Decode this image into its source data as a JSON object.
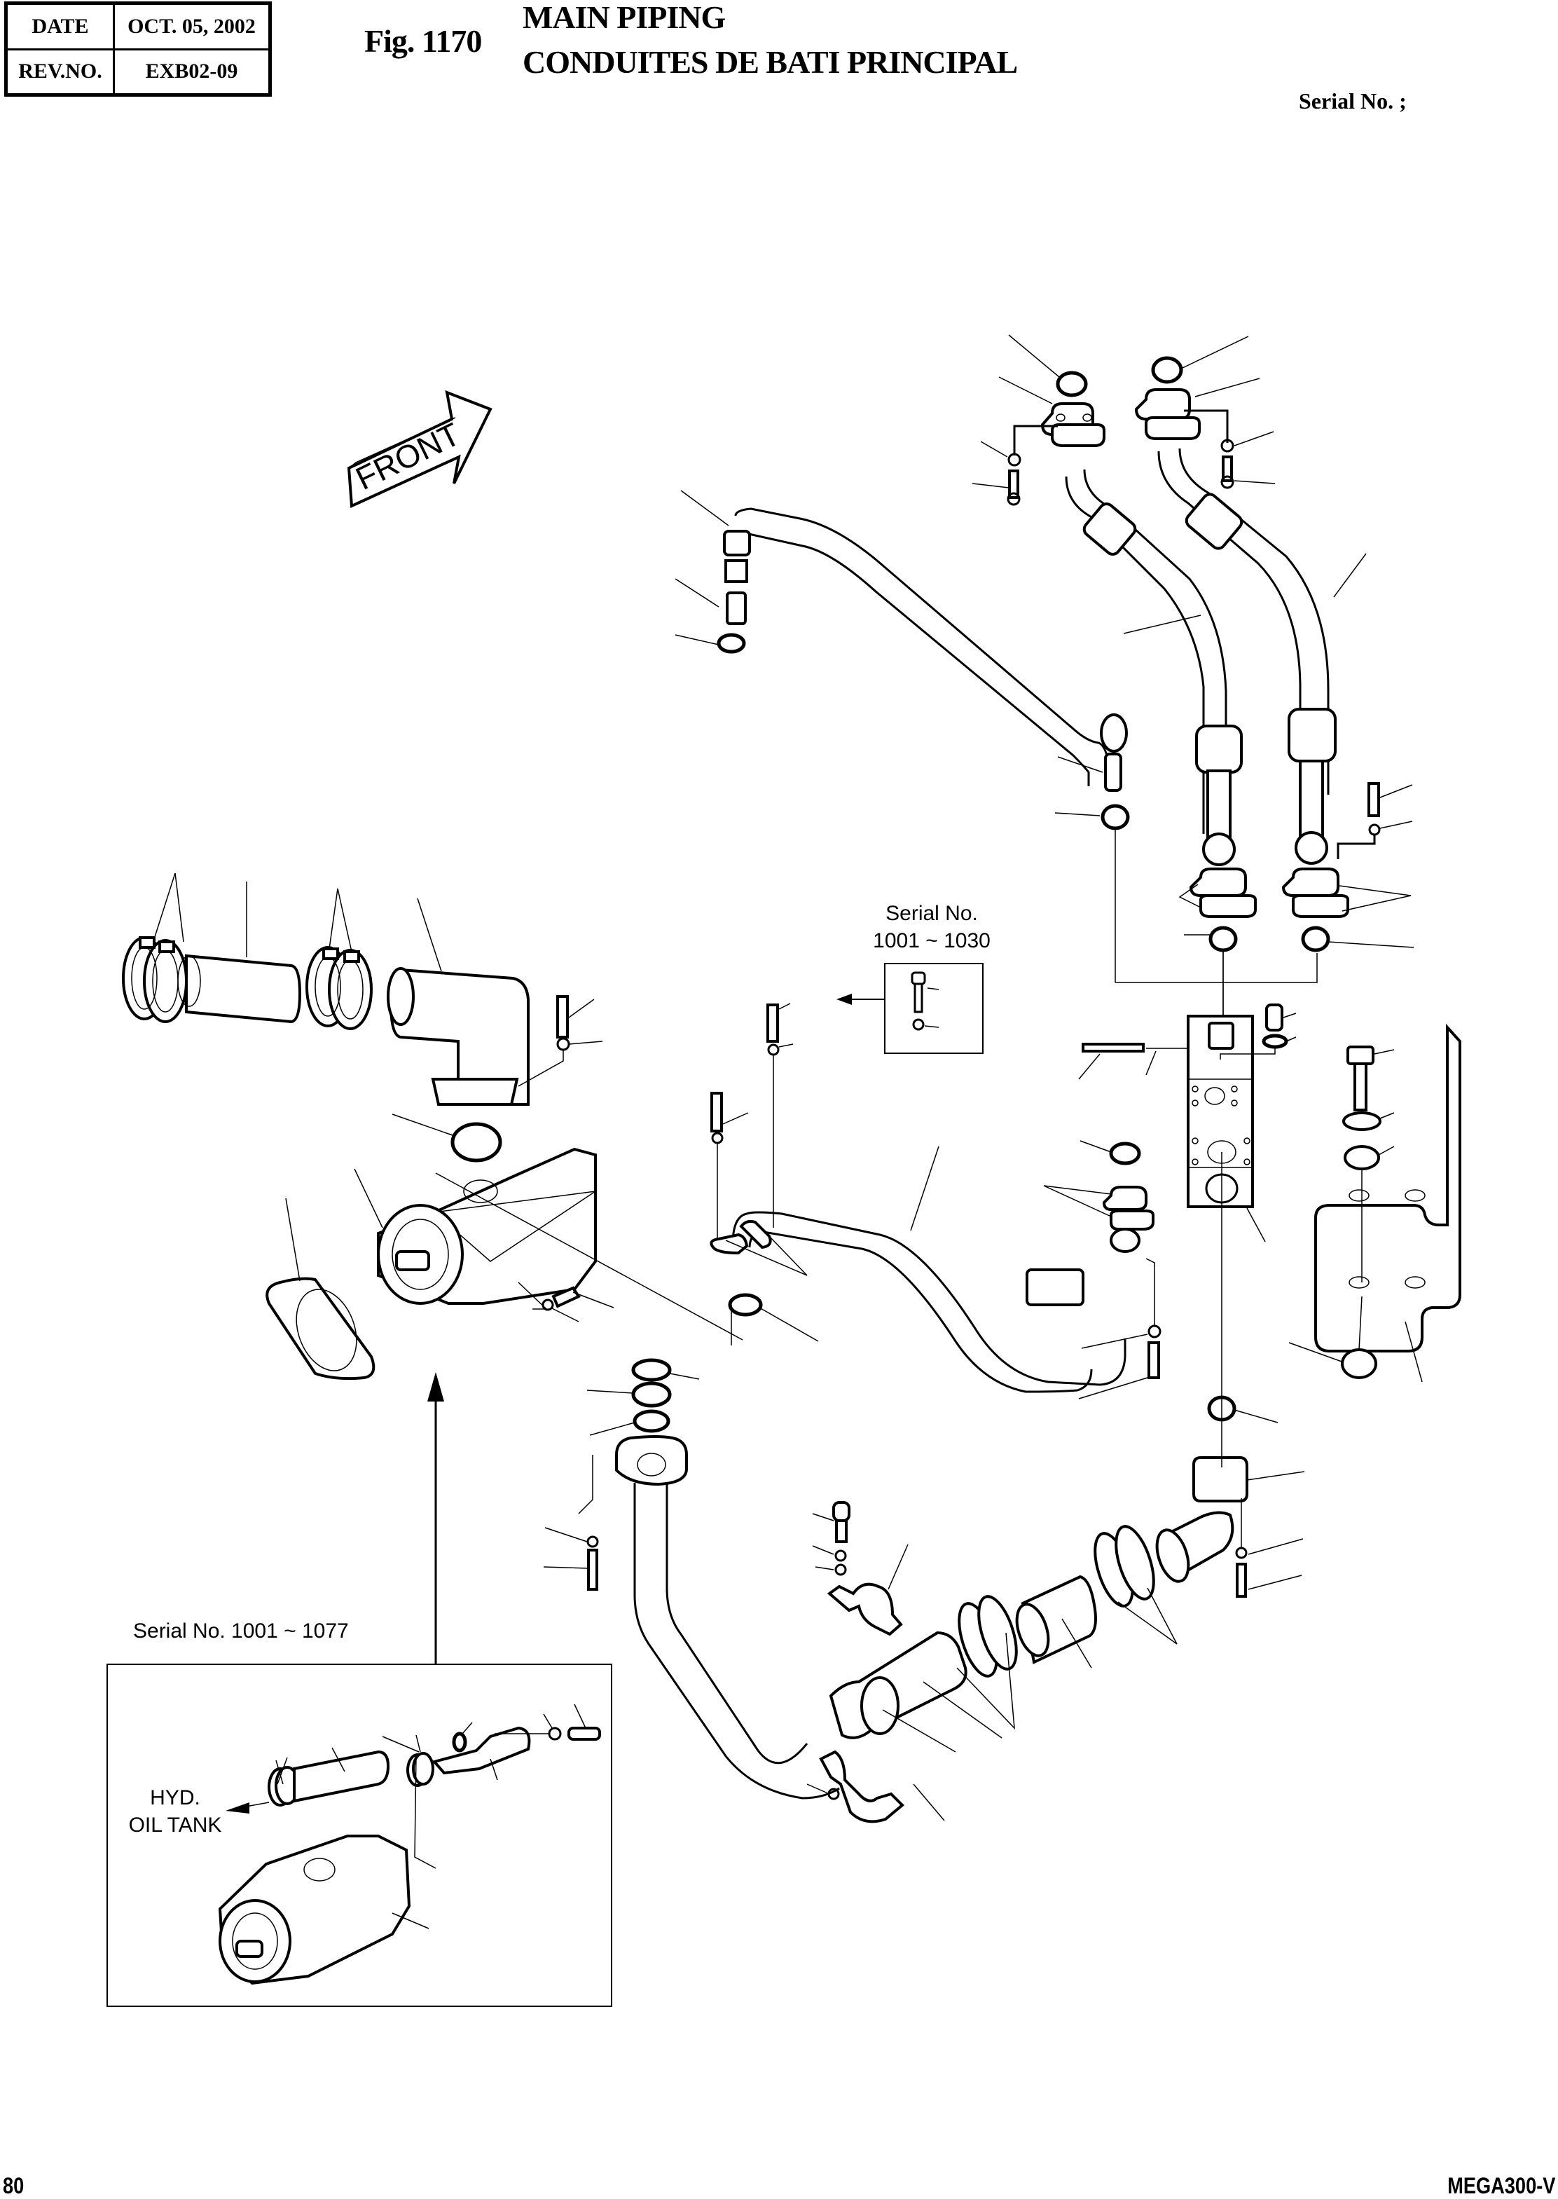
{
  "header": {
    "date_label": "DATE",
    "date_value": "OCT. 05, 2002",
    "rev_label": "REV.NO.",
    "rev_value": "EXB02-09",
    "figure_number": "Fig. 1170",
    "title_en": "MAIN PIPING",
    "title_fr": "CONDUITES DE BATI PRINCIPAL",
    "serial_label": "Serial No. ;"
  },
  "diagram": {
    "direction_label": "FRONT",
    "notes": [
      {
        "id": "serial-note-1030",
        "line1": "Serial No.",
        "line2": "1001 ~ 1030"
      },
      {
        "id": "serial-note-1077",
        "line1": "Serial No. 1001 ~ 1077"
      }
    ],
    "inset_callout": {
      "line1": "HYD.",
      "line2": "OIL TANK"
    },
    "components": [
      "front-direction-arrow",
      "upper-left-hose",
      "center-pressure-hose-1",
      "center-pressure-hose-2",
      "split-flange-halves",
      "o-rings",
      "cap-screws",
      "lock-washers",
      "hose-clamps",
      "suction-hose",
      "suction-elbow",
      "hydraulic-pump",
      "pump-gasket",
      "manifold-block",
      "mounting-bracket",
      "rubber-mounts",
      "suction-pipe",
      "pipe-saddle-clamps",
      "adapter-fittings"
    ]
  },
  "footer": {
    "page_number": "80",
    "model": "MEGA300-V"
  }
}
